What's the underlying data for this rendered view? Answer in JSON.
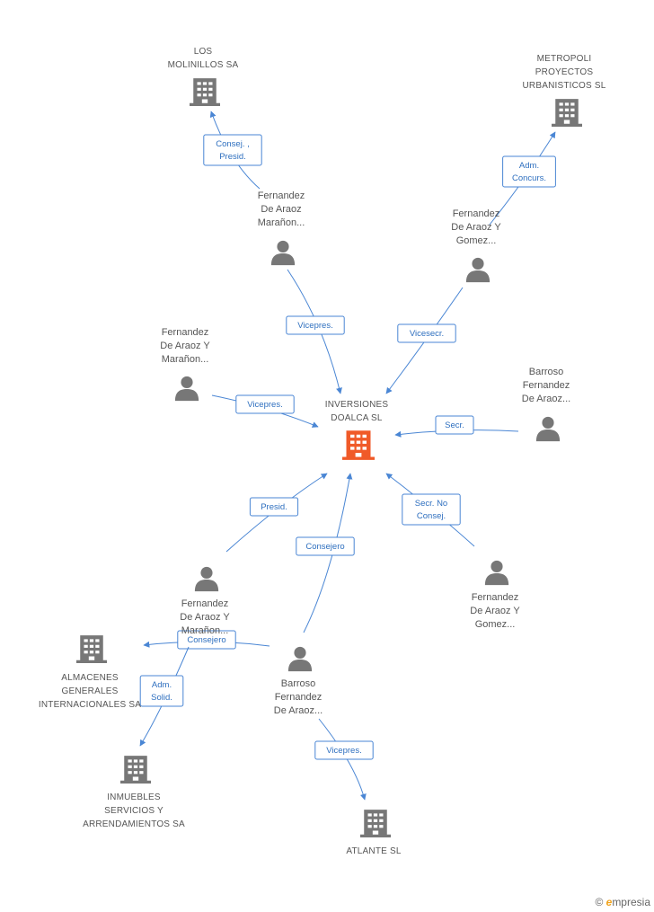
{
  "colors": {
    "edge": "#4a86d4",
    "person": "#777777",
    "company": "#777777",
    "focus": "#f05a28"
  },
  "nodes": [
    {
      "id": "center",
      "type": "company",
      "focus": true,
      "icon": "building-icon",
      "lines": [
        "INVERSIONES",
        "DOALCA SL"
      ]
    },
    {
      "id": "molinillos",
      "type": "company",
      "icon": "building-icon",
      "lines": [
        "LOS",
        "MOLINILLOS SA"
      ]
    },
    {
      "id": "metropoli",
      "type": "company",
      "icon": "building-icon",
      "lines": [
        "METROPOLI",
        "PROYECTOS",
        "URBANISTICOS SL"
      ]
    },
    {
      "id": "almacenes",
      "type": "company",
      "icon": "building-icon",
      "lines": [
        "ALMACENES",
        "GENERALES",
        "INTERNACIONALES SA"
      ]
    },
    {
      "id": "inmuebles",
      "type": "company",
      "icon": "building-icon",
      "lines": [
        "INMUEBLES",
        "SERVICIOS Y",
        "ARRENDAMIENTOS SA"
      ]
    },
    {
      "id": "atlante",
      "type": "company",
      "icon": "building-icon",
      "lines": [
        "ATLANTE SL"
      ]
    },
    {
      "id": "p_fm_top",
      "type": "person",
      "icon": "person-icon",
      "lines": [
        "Fernandez",
        "De Araoz",
        "Marañon..."
      ]
    },
    {
      "id": "p_fg_top",
      "type": "person",
      "icon": "person-icon",
      "lines": [
        "Fernandez",
        "De Araoz Y",
        "Gomez..."
      ]
    },
    {
      "id": "p_fm_left",
      "type": "person",
      "icon": "person-icon",
      "lines": [
        "Fernandez",
        "De Araoz Y",
        "Marañon..."
      ]
    },
    {
      "id": "p_bf_right",
      "type": "person",
      "icon": "person-icon",
      "lines": [
        "Barroso",
        "Fernandez",
        "De Araoz..."
      ]
    },
    {
      "id": "p_fm_bottom",
      "type": "person",
      "icon": "person-icon",
      "lines": [
        "Fernandez",
        "De Araoz Y",
        "Marañon..."
      ]
    },
    {
      "id": "p_fg_bottom",
      "type": "person",
      "icon": "person-icon",
      "lines": [
        "Fernandez",
        "De Araoz Y",
        "Gomez..."
      ]
    },
    {
      "id": "p_bf_bottom",
      "type": "person",
      "icon": "person-icon",
      "lines": [
        "Barroso",
        "Fernandez",
        "De Araoz..."
      ]
    }
  ],
  "edges": [
    {
      "id": "e1",
      "from": "p_fm_top",
      "to": "molinillos",
      "lines": [
        "Consej. ,",
        "Presid."
      ]
    },
    {
      "id": "e2",
      "from": "p_fg_top",
      "to": "metropoli",
      "lines": [
        "Adm.",
        "Concurs."
      ]
    },
    {
      "id": "e3",
      "from": "p_fm_top",
      "to": "center",
      "lines": [
        "Vicepres."
      ]
    },
    {
      "id": "e4",
      "from": "p_fg_top",
      "to": "center",
      "lines": [
        "Vicesecr."
      ]
    },
    {
      "id": "e5",
      "from": "p_fm_left",
      "to": "center",
      "lines": [
        "Vicepres."
      ]
    },
    {
      "id": "e6",
      "from": "p_bf_right",
      "to": "center",
      "lines": [
        "Secr."
      ]
    },
    {
      "id": "e7",
      "from": "p_fm_bottom",
      "to": "center",
      "lines": [
        "Presid."
      ]
    },
    {
      "id": "e8",
      "from": "p_bf_bottom",
      "to": "center",
      "lines": [
        "Consejero"
      ]
    },
    {
      "id": "e9",
      "from": "p_fg_bottom",
      "to": "center",
      "lines": [
        "Secr.  No",
        "Consej."
      ]
    },
    {
      "id": "e10",
      "from": "p_bf_bottom",
      "to": "almacenes",
      "lines": [
        "Consejero"
      ]
    },
    {
      "id": "e11",
      "from": "p_fm_bottom",
      "to": "inmuebles",
      "lines": [
        "Adm.",
        "Solid."
      ]
    },
    {
      "id": "e12",
      "from": "p_bf_bottom",
      "to": "atlante",
      "lines": [
        "Vicepres."
      ]
    }
  ],
  "footer": {
    "copyright": "©",
    "brand_initial": "e",
    "brand_rest": "mpresia"
  }
}
